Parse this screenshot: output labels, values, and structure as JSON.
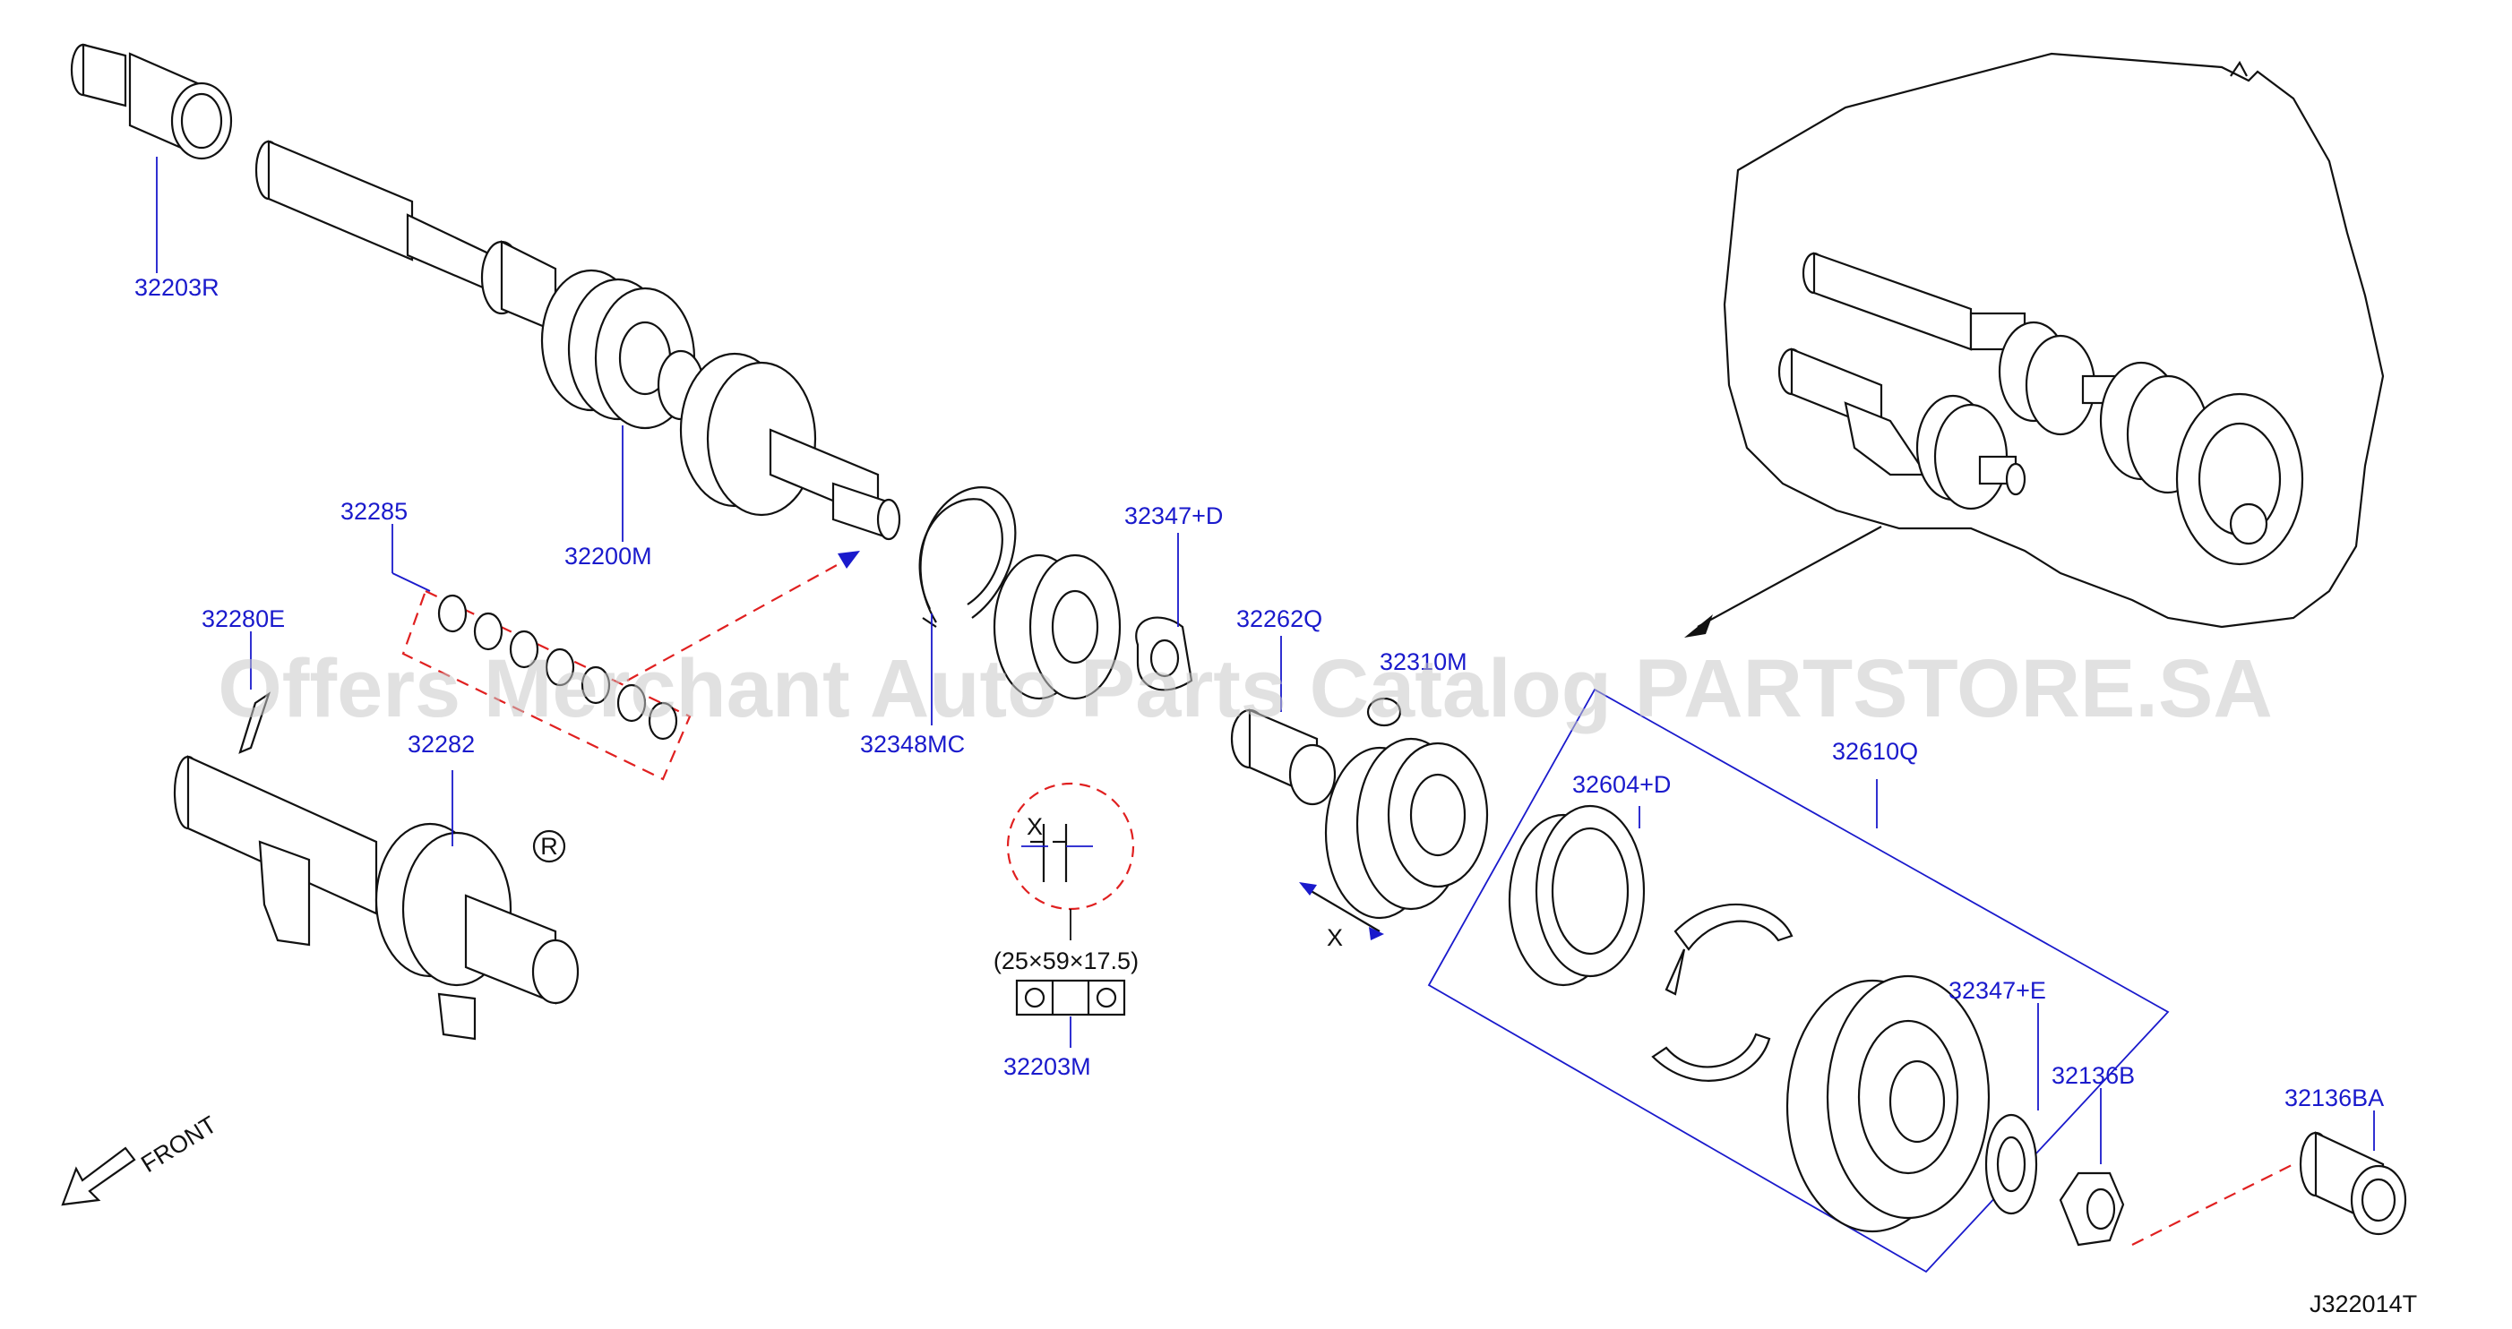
{
  "parts": [
    {
      "id": "p1",
      "label": "32203R"
    },
    {
      "id": "p2",
      "label": "32200M"
    },
    {
      "id": "p3",
      "label": "32285"
    },
    {
      "id": "p4",
      "label": "32280E"
    },
    {
      "id": "p5",
      "label": "32282"
    },
    {
      "id": "p6",
      "label": "32348MC"
    },
    {
      "id": "p7",
      "label": "32347+D"
    },
    {
      "id": "p8",
      "label": "32262Q"
    },
    {
      "id": "p9",
      "label": "32310M"
    },
    {
      "id": "p10",
      "label": "32604+D"
    },
    {
      "id": "p11",
      "label": "32610Q"
    },
    {
      "id": "p12",
      "label": "32347+E"
    },
    {
      "id": "p13",
      "label": "32136B"
    },
    {
      "id": "p14",
      "label": "32136BA"
    },
    {
      "id": "p15",
      "label": "32203M"
    }
  ],
  "dimension": {
    "spec": "(25×59×17.5)",
    "symbol": "X"
  },
  "reverse_symbol": "R",
  "front_label": "FRONT",
  "diagram_code": "J322014T",
  "watermark": "Offers Merchant Auto Parts Catalog PARTSTORE.SA"
}
